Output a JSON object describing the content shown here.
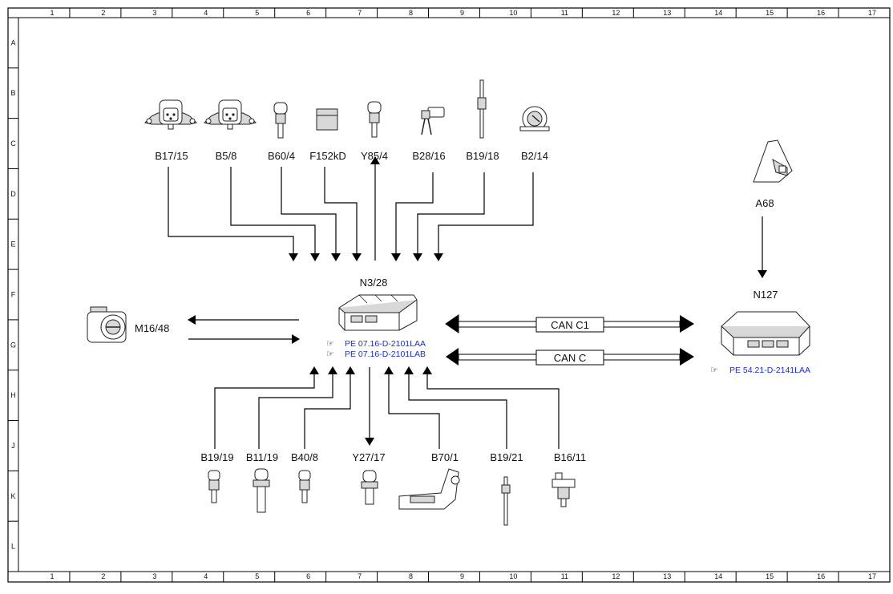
{
  "grid": {
    "columns": [
      "1",
      "2",
      "3",
      "4",
      "5",
      "6",
      "7",
      "8",
      "9",
      "10",
      "11",
      "12",
      "13",
      "14",
      "15",
      "16",
      "17"
    ],
    "rows": [
      "A",
      "B",
      "C",
      "D",
      "E",
      "F",
      "G",
      "H",
      "J",
      "K",
      "L"
    ]
  },
  "control_unit": {
    "label": "N3/28",
    "refs": [
      "PE 07.16-D-2101LAA",
      "PE 07.16-D-2101LAB"
    ]
  },
  "remote_unit": {
    "label": "N127",
    "ref": "PE 54.21-D-2141LAA"
  },
  "bus": {
    "can_c1": "CAN C1",
    "can_c": "CAN C"
  },
  "components": {
    "b17_15": "B17/15",
    "b5_8": "B5/8",
    "b60_4": "B60/4",
    "f152kd": "F152kD",
    "y85_4": "Y85/4",
    "b28_16": "B28/16",
    "b19_18": "B19/18",
    "b2_14": "B2/14",
    "a68": "A68",
    "m16_48": "M16/48",
    "b19_19": "B19/19",
    "b11_19": "B11/19",
    "b40_8": "B40/8",
    "y27_17": "Y27/17",
    "b70_1": "B70/1",
    "b19_21": "B19/21",
    "b16_11": "B16/11"
  }
}
